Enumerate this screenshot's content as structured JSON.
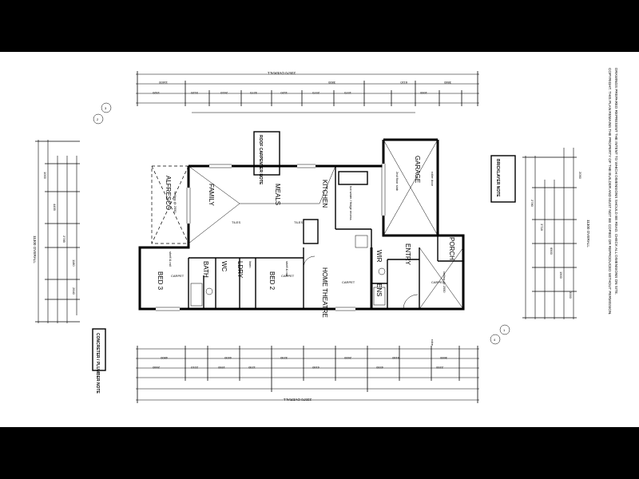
{
  "rooms": {
    "family": "FAMILY",
    "meals": "MEALS",
    "kitchen": "KITCHEN",
    "alfresco": "ALFRESCO",
    "garage": "GARAGE",
    "home_theatre": "HOME THEATRE",
    "bed2": "BED 2",
    "bed3": "BED 3",
    "bath": "BATH",
    "lory": "LDRY",
    "wc": "WC",
    "ens": "ENS",
    "wir": "WIR",
    "entry": "ENTRY",
    "porch": "PORCH"
  },
  "floor": {
    "carpet": "CARPET",
    "tiles": "TILES"
  },
  "dimensions": {
    "overall_width": "23570 OVERALL",
    "overall_depth": "11300 OVERALL",
    "top_row": [
      "11600",
      "3800",
      "6110",
      "3860"
    ],
    "top_row2": [
      "1320",
      "3120",
      "2410",
      "3270",
      "1120",
      "2570",
      "1570",
      "1000"
    ],
    "bottom_row": [
      "4800",
      "4450",
      "3230",
      "2600",
      "4160",
      "3600"
    ],
    "bottom_row2": [
      "2660",
      "2210",
      "1950",
      "1230",
      "4160",
      "4550",
      "2200"
    ],
    "left_col": [
      "1000",
      "4455",
      "2785",
      "1180",
      "2640"
    ],
    "right_col": [
      "2780",
      "3718",
      "6900",
      "1500",
      "3000",
      "2050"
    ]
  },
  "notes": {
    "roof_carpenter": "ROOF CARPENTER NOTE",
    "bricklayer": "BRICKLAYER NOTE",
    "concreter": "CONCRETER / PLUMBER NOTE",
    "disclaimer": "DRAWINGS PREPARED REPRESENT THE INTENT TO WHICH DIMENSIONS SHOULD BE READ. CHECK ALL DIMENSIONS ON SITE.",
    "copyright": "COPYRIGHT. THIS PLAN REMAINS THE PROPERTY OF THE BUILDER AND MUST NOT BE COPIED OR REPRODUCED WITHOUT PERMISSION.",
    "section_a": "2",
    "section_b": "3",
    "section_c": "4",
    "section_d": "1"
  },
  "labels": {
    "kitchen_detail": "hot water / fridge recess",
    "garage_slab": "2nd floor slab",
    "roller_door": "roller door",
    "ceiling_alfresco": "ceiling @ 2550",
    "ceiling_home": "ceiling @ 2550",
    "shelf_rail": "shelf & rail",
    "linen": "linen",
    "robe": "robe"
  }
}
